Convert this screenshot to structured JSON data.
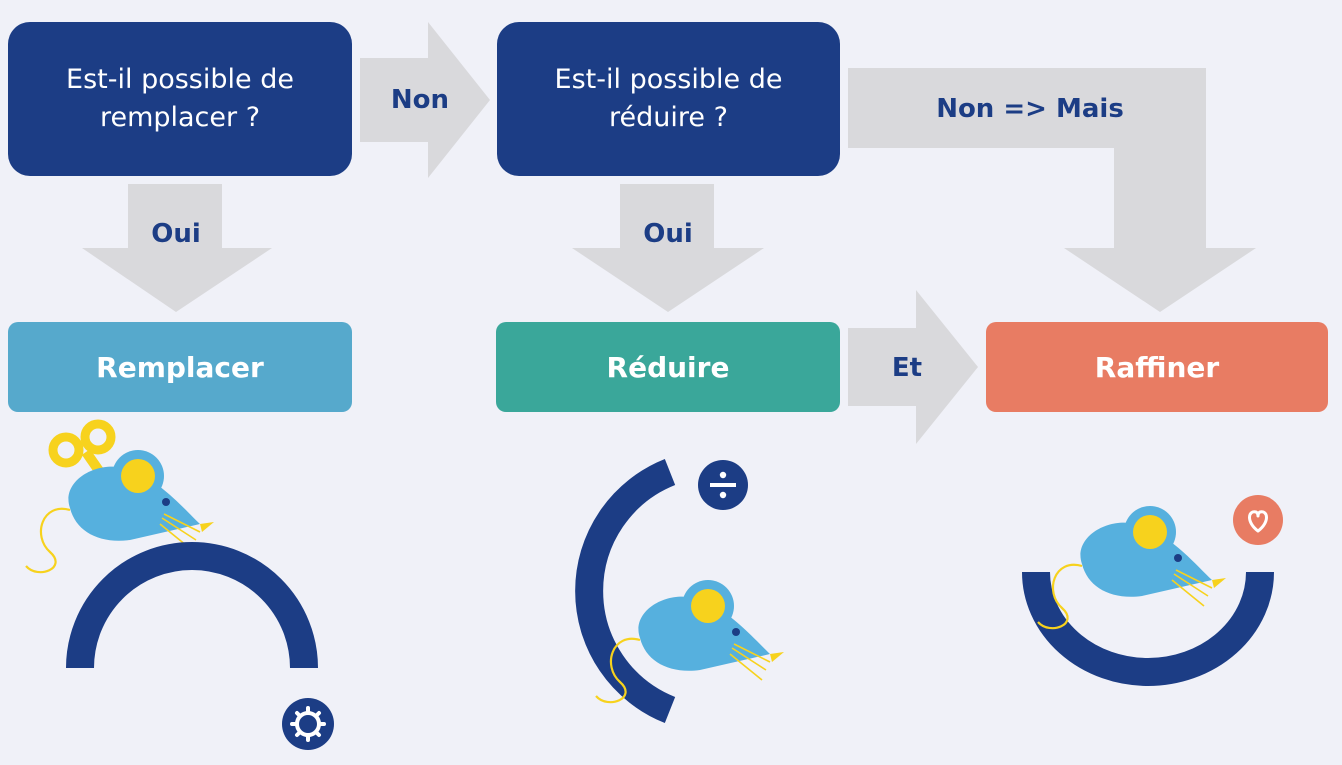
{
  "questions": {
    "replace": "Est-il possible de remplacer ?",
    "reduce": "Est-il possible de réduire ?"
  },
  "arrows": {
    "non": "Non",
    "non_mais": "Non => Mais",
    "oui_left": "Oui",
    "oui_mid": "Oui",
    "et": "Et"
  },
  "results": {
    "remplacer": "Remplacer",
    "reduire": "Réduire",
    "raffiner": "Raffiner"
  },
  "colors": {
    "question_bg": "#1c3d85",
    "arrow_gray": "#d9d9dc",
    "remplacer": "#56a9cc",
    "reduire": "#3aa79a",
    "raffiner": "#e87c63",
    "mouse": "#56b0de",
    "mouse_ear": "#f7d21d",
    "ring": "#1c3d85"
  },
  "icons": {
    "left": "gear-icon",
    "middle": "divide-icon",
    "right": "heart-icon"
  }
}
